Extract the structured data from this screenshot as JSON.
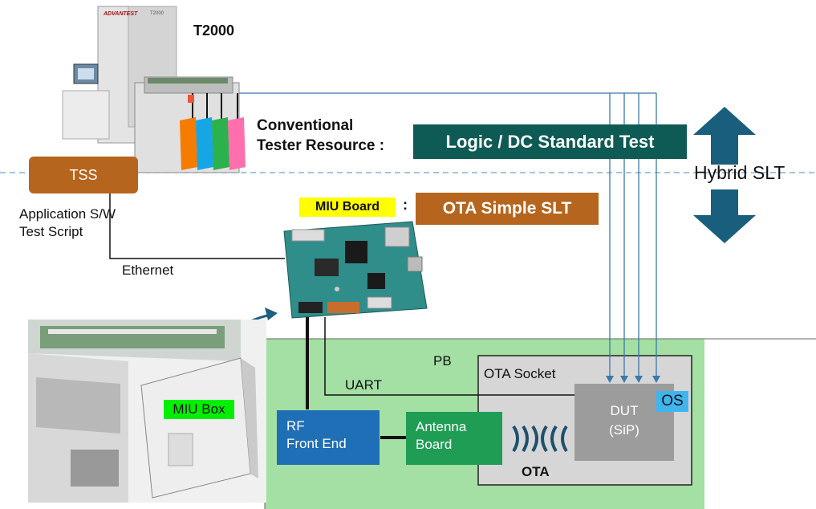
{
  "equipment": {
    "tester_name": "T2000",
    "mfr_logo_text": "ADVANTEST",
    "panel_logo_text": "T2000"
  },
  "labels": {
    "conventional_line1": "Conventional",
    "conventional_line2": "Tester Resource :",
    "logic_dc": "Logic / DC Standard Test",
    "hybrid": "Hybrid SLT",
    "tss": "TSS",
    "app_sw_line1": "Application S/W",
    "app_sw_line2": "Test Script",
    "miu_board": "MIU Board",
    "miu_colon": ":",
    "ota_simple": "OTA Simple SLT",
    "ethernet": "Ethernet",
    "pb": "PB",
    "uart": "UART",
    "ota_socket": "OTA Socket",
    "dut_line1": "DUT",
    "dut_line2": "(SiP)",
    "os": "OS",
    "rf_line1": "RF",
    "rf_line2": "Front End",
    "antenna_line1": "Antenna",
    "antenna_line2": "Board",
    "ota": "OTA",
    "miu_box": "MIU Box"
  },
  "colors": {
    "logic_dc_bg": "#0e5a55",
    "hybrid_arrow": "#195e7c",
    "tss_bg": "#b5651d",
    "ota_simple_bg": "#b5651d",
    "miu_board_hl": "#ffff00",
    "miu_box_hl": "#00ee00",
    "pb_bg": "#a4dfa4",
    "socket_bg": "#d6d6d6",
    "dut_bg": "#9c9c9c",
    "os_bg": "#3fb5ee",
    "rf_bg": "#1f6fb7",
    "antenna_bg": "#1f9d55",
    "signal_line": "#3c78a8",
    "ota_wave": "#1f4f6f"
  }
}
